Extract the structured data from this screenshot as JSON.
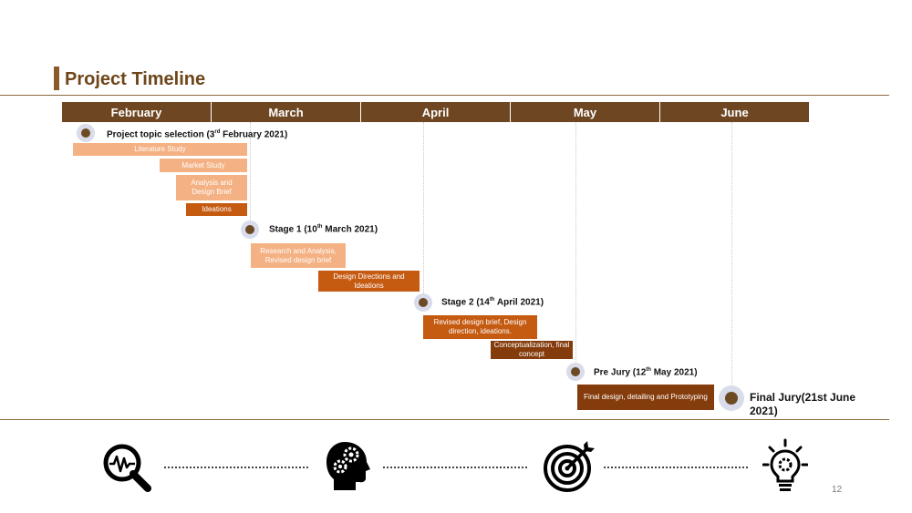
{
  "title": "Project Timeline",
  "months": [
    "February",
    "March",
    "April",
    "May",
    "June"
  ],
  "milestones": {
    "m1": {
      "pre": "Project topic selection (3",
      "sup": "rd",
      "post": " February 2021)"
    },
    "m2": {
      "pre": "Stage 1 (10",
      "sup": "th",
      "post": " March 2021)"
    },
    "m3": {
      "pre": "Stage 2 (14",
      "sup": "th",
      "post": " April 2021)"
    },
    "m4": {
      "pre": "Pre Jury (12",
      "sup": "th",
      "post": " May 2021)"
    },
    "m5": {
      "text": "Final Jury(21st June 2021)"
    }
  },
  "tasks": {
    "literature": "Literature Study",
    "market": "Market Study",
    "analysis": "Analysis and Design Brief",
    "ideations": "Ideations",
    "research": "Research and Analysis, Revised design brief",
    "directions": "Design Directions and Ideations",
    "revised": "Revised design brief, Design direction, ideations.",
    "concept": "Conceptualization, final concept",
    "final_design": "Final design, detailing and Prototyping"
  },
  "icons": [
    "magnifier-pulse-icon",
    "head-gears-icon",
    "target-arrow-icon",
    "lightbulb-gear-icon"
  ],
  "colors": {
    "brown": "#6e4622",
    "light": "#f4b183",
    "mid": "#c55a11",
    "dark": "#843c0c"
  },
  "page_number": "12"
}
